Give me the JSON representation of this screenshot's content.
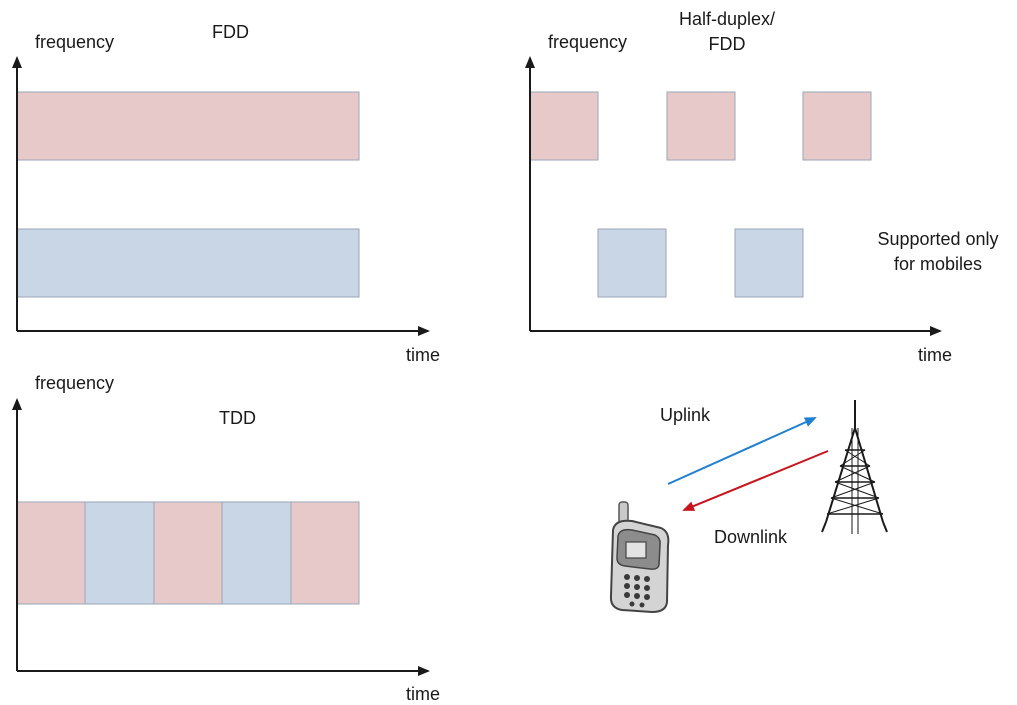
{
  "colors": {
    "uplink_block": "#e8c9c9",
    "downlink_block": "#c9d6e5",
    "block_stroke": "#9aa6b8",
    "axis": "#1a1a1a",
    "uplink_arrow": "#1f7fd1",
    "downlink_arrow": "#c8141c"
  },
  "fdd": {
    "title": "FDD",
    "y_axis_label": "frequency",
    "x_axis_label": "time",
    "blocks": [
      "uplink",
      "downlink"
    ]
  },
  "half_duplex": {
    "title_line1": "Half-duplex/",
    "title_line2": "FDD",
    "y_axis_label": "frequency",
    "x_axis_label": "time",
    "note_line1": "Supported only",
    "note_line2": "for mobiles",
    "uplink_slots": 3,
    "downlink_slots": 2
  },
  "tdd": {
    "title": "TDD",
    "y_axis_label": "frequency",
    "x_axis_label": "time",
    "slots": [
      "uplink",
      "downlink",
      "uplink",
      "downlink",
      "uplink"
    ]
  },
  "link": {
    "uplink_label": "Uplink",
    "downlink_label": "Downlink",
    "icons": [
      "mobile-phone-icon",
      "cell-tower-icon"
    ]
  }
}
